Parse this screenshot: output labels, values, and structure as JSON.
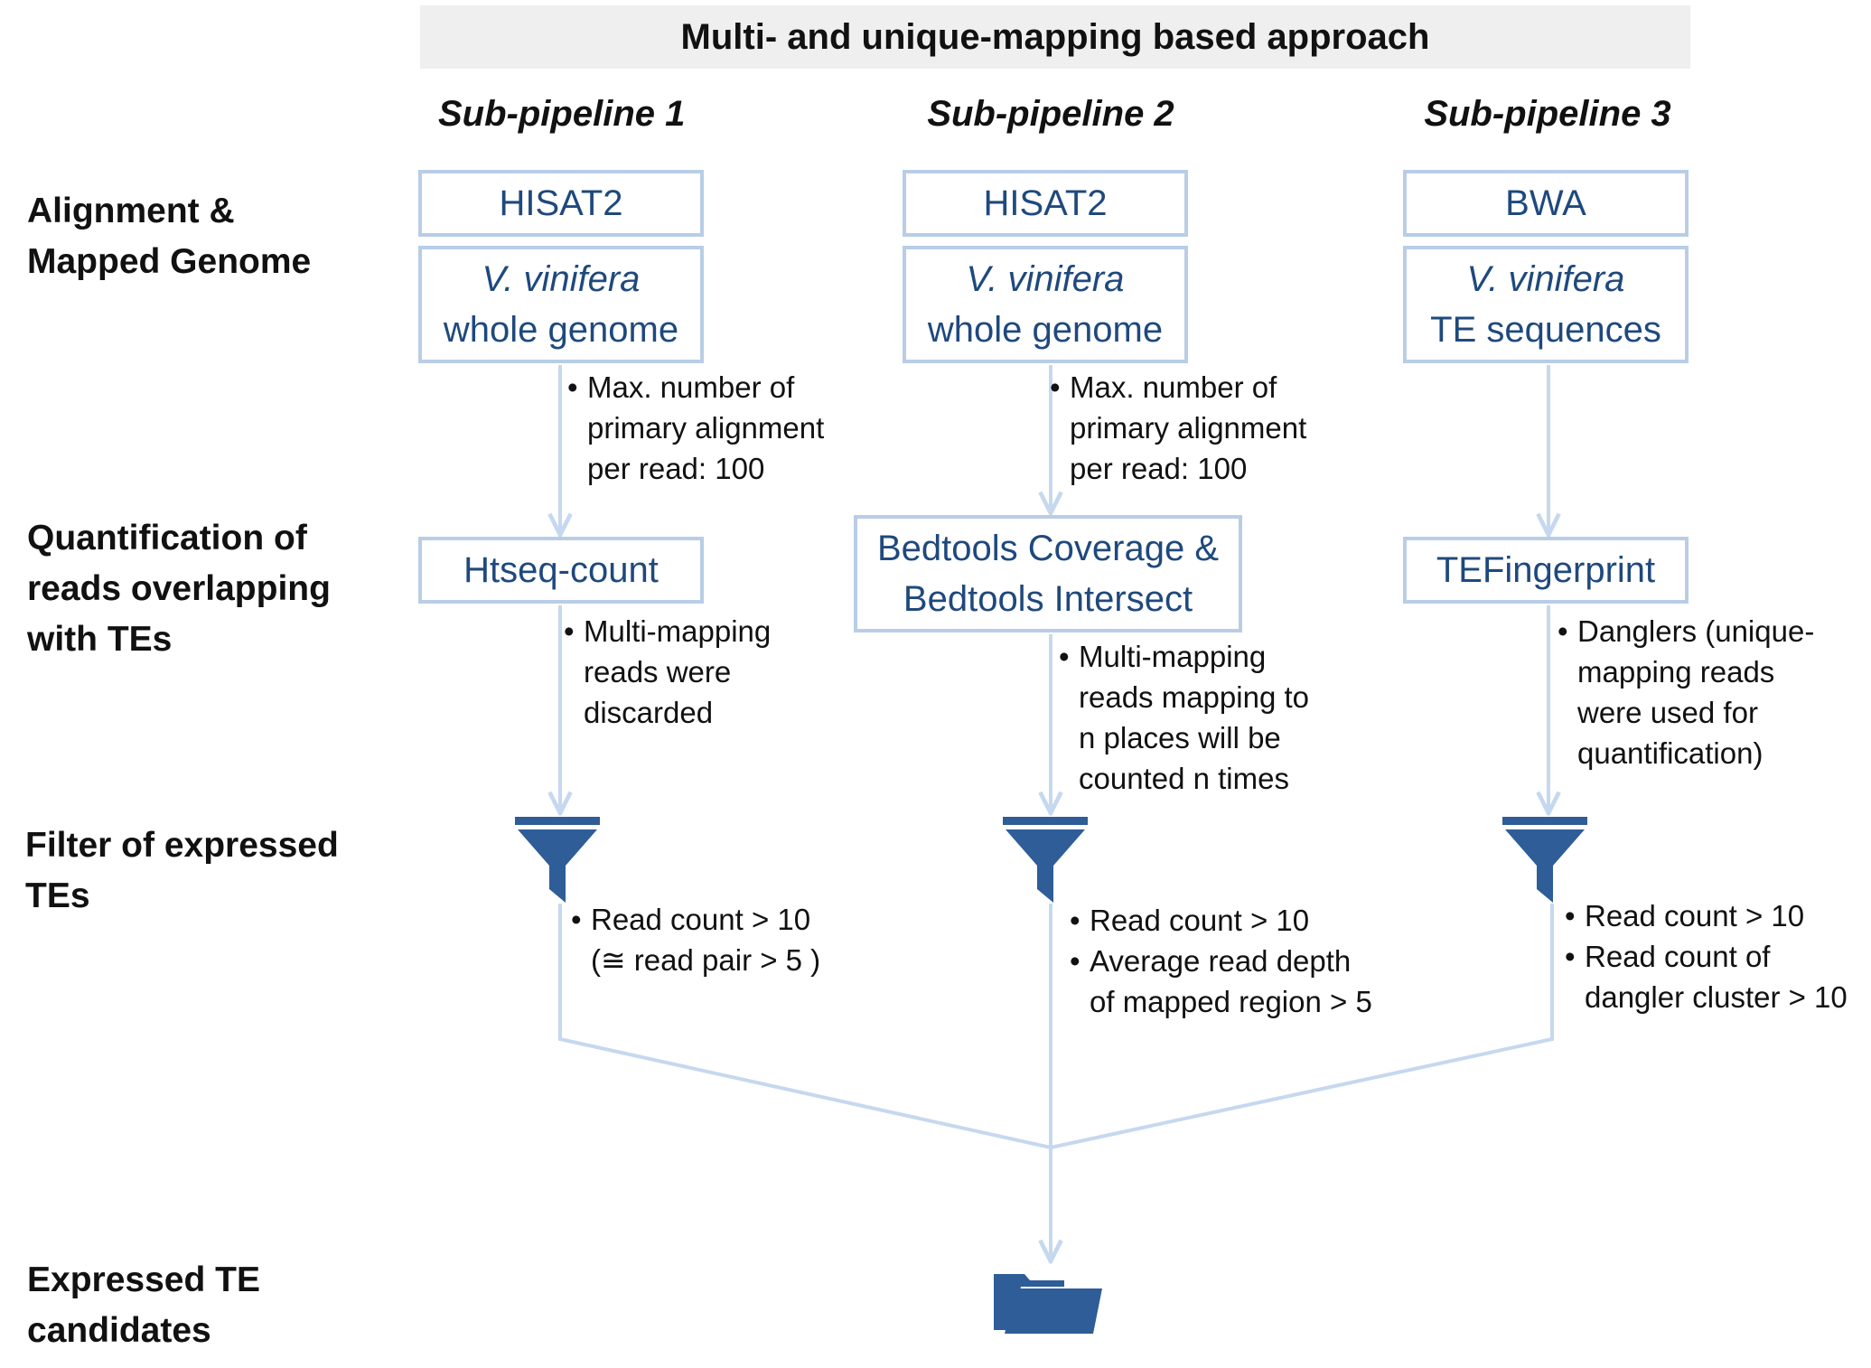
{
  "header": {
    "title": "Multi- and unique-mapping based approach"
  },
  "row_labels": {
    "alignment": [
      "Alignment &",
      "Mapped Genome"
    ],
    "quantification": [
      "Quantification of",
      "reads overlapping",
      "with TEs"
    ],
    "filter": [
      "Filter of expressed",
      "TEs"
    ],
    "expressed": [
      "Expressed TE",
      "candidates"
    ]
  },
  "pipelines": [
    {
      "title": "Sub-pipeline 1",
      "aligner": "HISAT2",
      "genome_species": "V. vinifera",
      "genome_type": "whole genome",
      "alignment_note": [
        "Max. number of",
        "primary alignment",
        "per read: 100"
      ],
      "quant_tool": [
        "Htseq-count"
      ],
      "quant_note": [
        "Multi-mapping",
        "reads were",
        "discarded"
      ],
      "filter_notes": [
        [
          "Read count > 10",
          "(≅ read pair > 5 )"
        ]
      ]
    },
    {
      "title": "Sub-pipeline 2",
      "aligner": "HISAT2",
      "genome_species": "V. vinifera",
      "genome_type": "whole genome",
      "alignment_note": [
        "Max. number of",
        "primary alignment",
        "per read: 100"
      ],
      "quant_tool": [
        "Bedtools Coverage &",
        "Bedtools Intersect"
      ],
      "quant_note": [
        "Multi-mapping",
        "reads mapping to",
        "n places will be",
        "counted n times"
      ],
      "filter_notes": [
        [
          "Read count > 10"
        ],
        [
          "Average read depth",
          "of mapped region > 5"
        ]
      ]
    },
    {
      "title": "Sub-pipeline 3",
      "aligner": "BWA",
      "genome_species": "V. vinifera",
      "genome_type": "TE sequences",
      "alignment_note": [],
      "quant_tool": [
        "TEFingerprint"
      ],
      "quant_note": [
        "Danglers (unique-",
        "mapping reads",
        "were used for",
        "quantification)"
      ],
      "filter_notes": [
        [
          "Read count > 10"
        ],
        [
          "Read count  of",
          "dangler cluster > 10"
        ]
      ]
    }
  ],
  "icons": {
    "filter": "funnel-icon",
    "result": "folder-icon"
  },
  "colors": {
    "line": "#c6d8ef",
    "box_border": "#b9cde6",
    "box_text": "#1f497d",
    "icon": "#2e5d98",
    "banner": "#efefef"
  }
}
